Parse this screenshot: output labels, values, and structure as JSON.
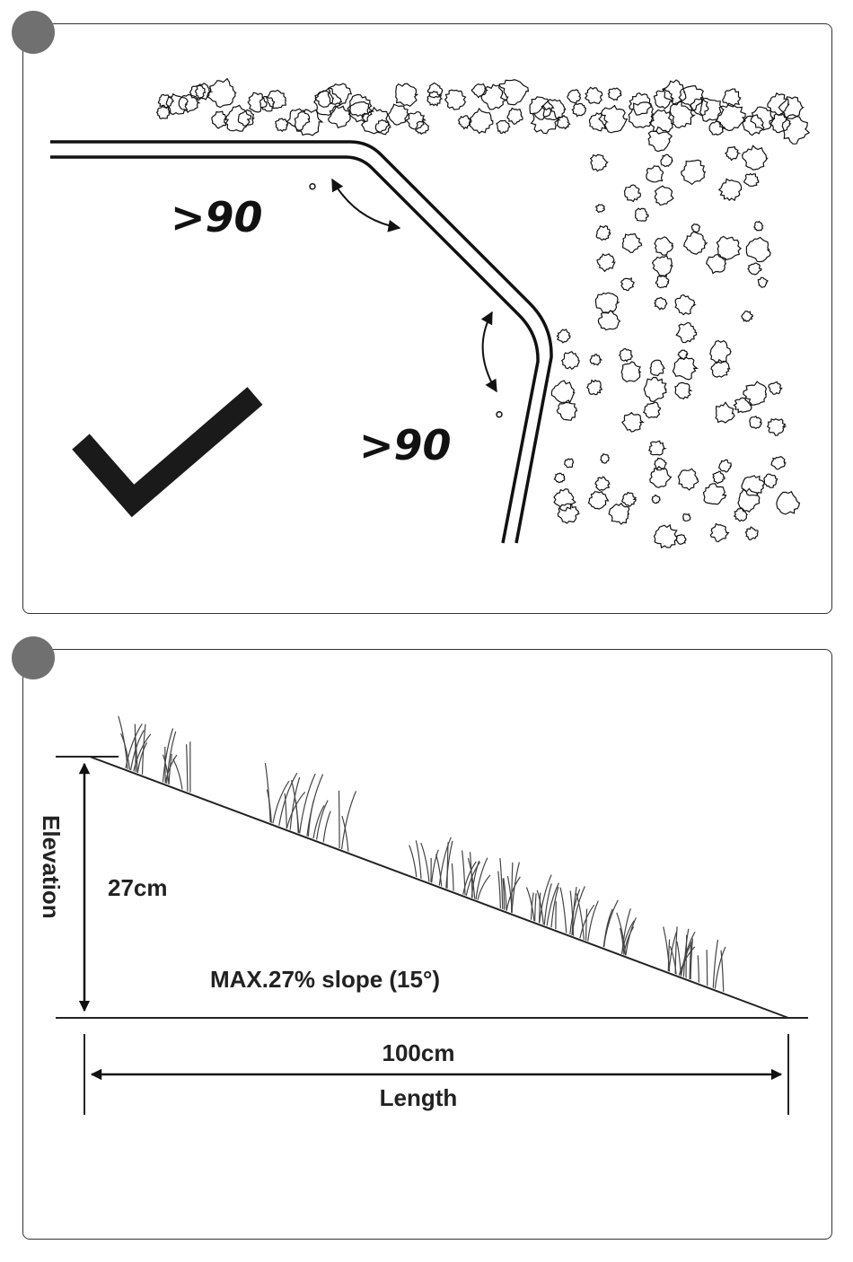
{
  "panel1": {
    "angle_label_1": ">90",
    "angle_label_2": ">90",
    "degree_symbol": "°",
    "checkmark_icon": "check-icon"
  },
  "panel2": {
    "elevation_label": "Elevation",
    "elevation_value": "27cm",
    "slope_label": "MAX.27% slope (15°)",
    "length_value": "100cm",
    "length_label": "Length"
  },
  "colors": {
    "badge": "#707070",
    "ink": "#111111",
    "border": "#333333"
  }
}
